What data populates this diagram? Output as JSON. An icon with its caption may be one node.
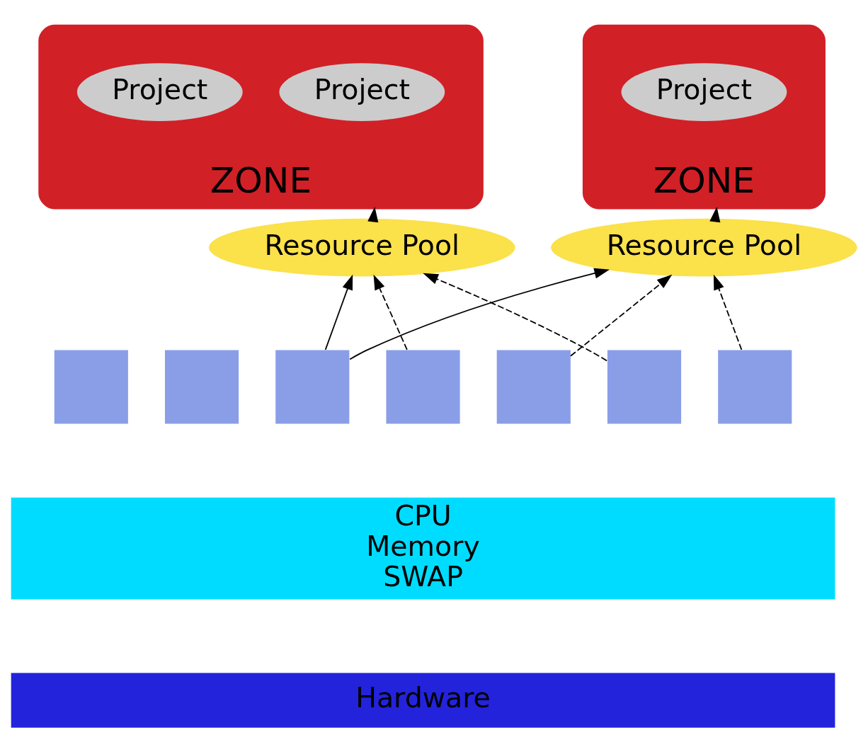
{
  "diagram": {
    "nodes": [
      {
        "text": [
          "ZONE"
        ]
      },
      {
        "text": [
          "Project"
        ],
        "in": 0
      },
      {
        "text": [
          "Project"
        ],
        "in": 0
      },
      {
        "text": [
          "ZONE"
        ]
      },
      {
        "text": [
          "Project"
        ],
        "in": 3
      },
      {
        "text": [
          "Resource Pool"
        ]
      },
      {
        "text": [
          "Resource Pool"
        ]
      },
      {
        "text": [
          "CPU",
          "Memory",
          "SWAP"
        ]
      },
      {
        "text": [
          "Hardware"
        ]
      },
      {
        "text": [],
        "shape": "box"
      },
      {
        "text": [],
        "shape": "box"
      },
      {
        "text": [],
        "shape": "box"
      },
      {
        "text": [],
        "shape": "box"
      },
      {
        "text": [],
        "shape": "box"
      },
      {
        "text": [],
        "shape": "box"
      },
      {
        "text": [],
        "shape": "box"
      }
    ],
    "edges": [
      {
        "from": 5,
        "to": 0,
        "arrow": "to"
      },
      {
        "from": 6,
        "to": 3,
        "arrow": "to"
      },
      {
        "from": 11,
        "to": 5,
        "arrow": "to"
      },
      {
        "from": 11,
        "to": 6,
        "arrow": "to"
      },
      {
        "from": 12,
        "to": 5,
        "arrow": "to",
        "style": "dashed"
      },
      {
        "from": 13,
        "to": 6,
        "arrow": "to",
        "style": "dashed"
      },
      {
        "from": 14,
        "to": 5,
        "arrow": "to",
        "style": "dashed"
      },
      {
        "from": 15,
        "to": 6,
        "arrow": "to",
        "style": "dashed"
      }
    ]
  }
}
